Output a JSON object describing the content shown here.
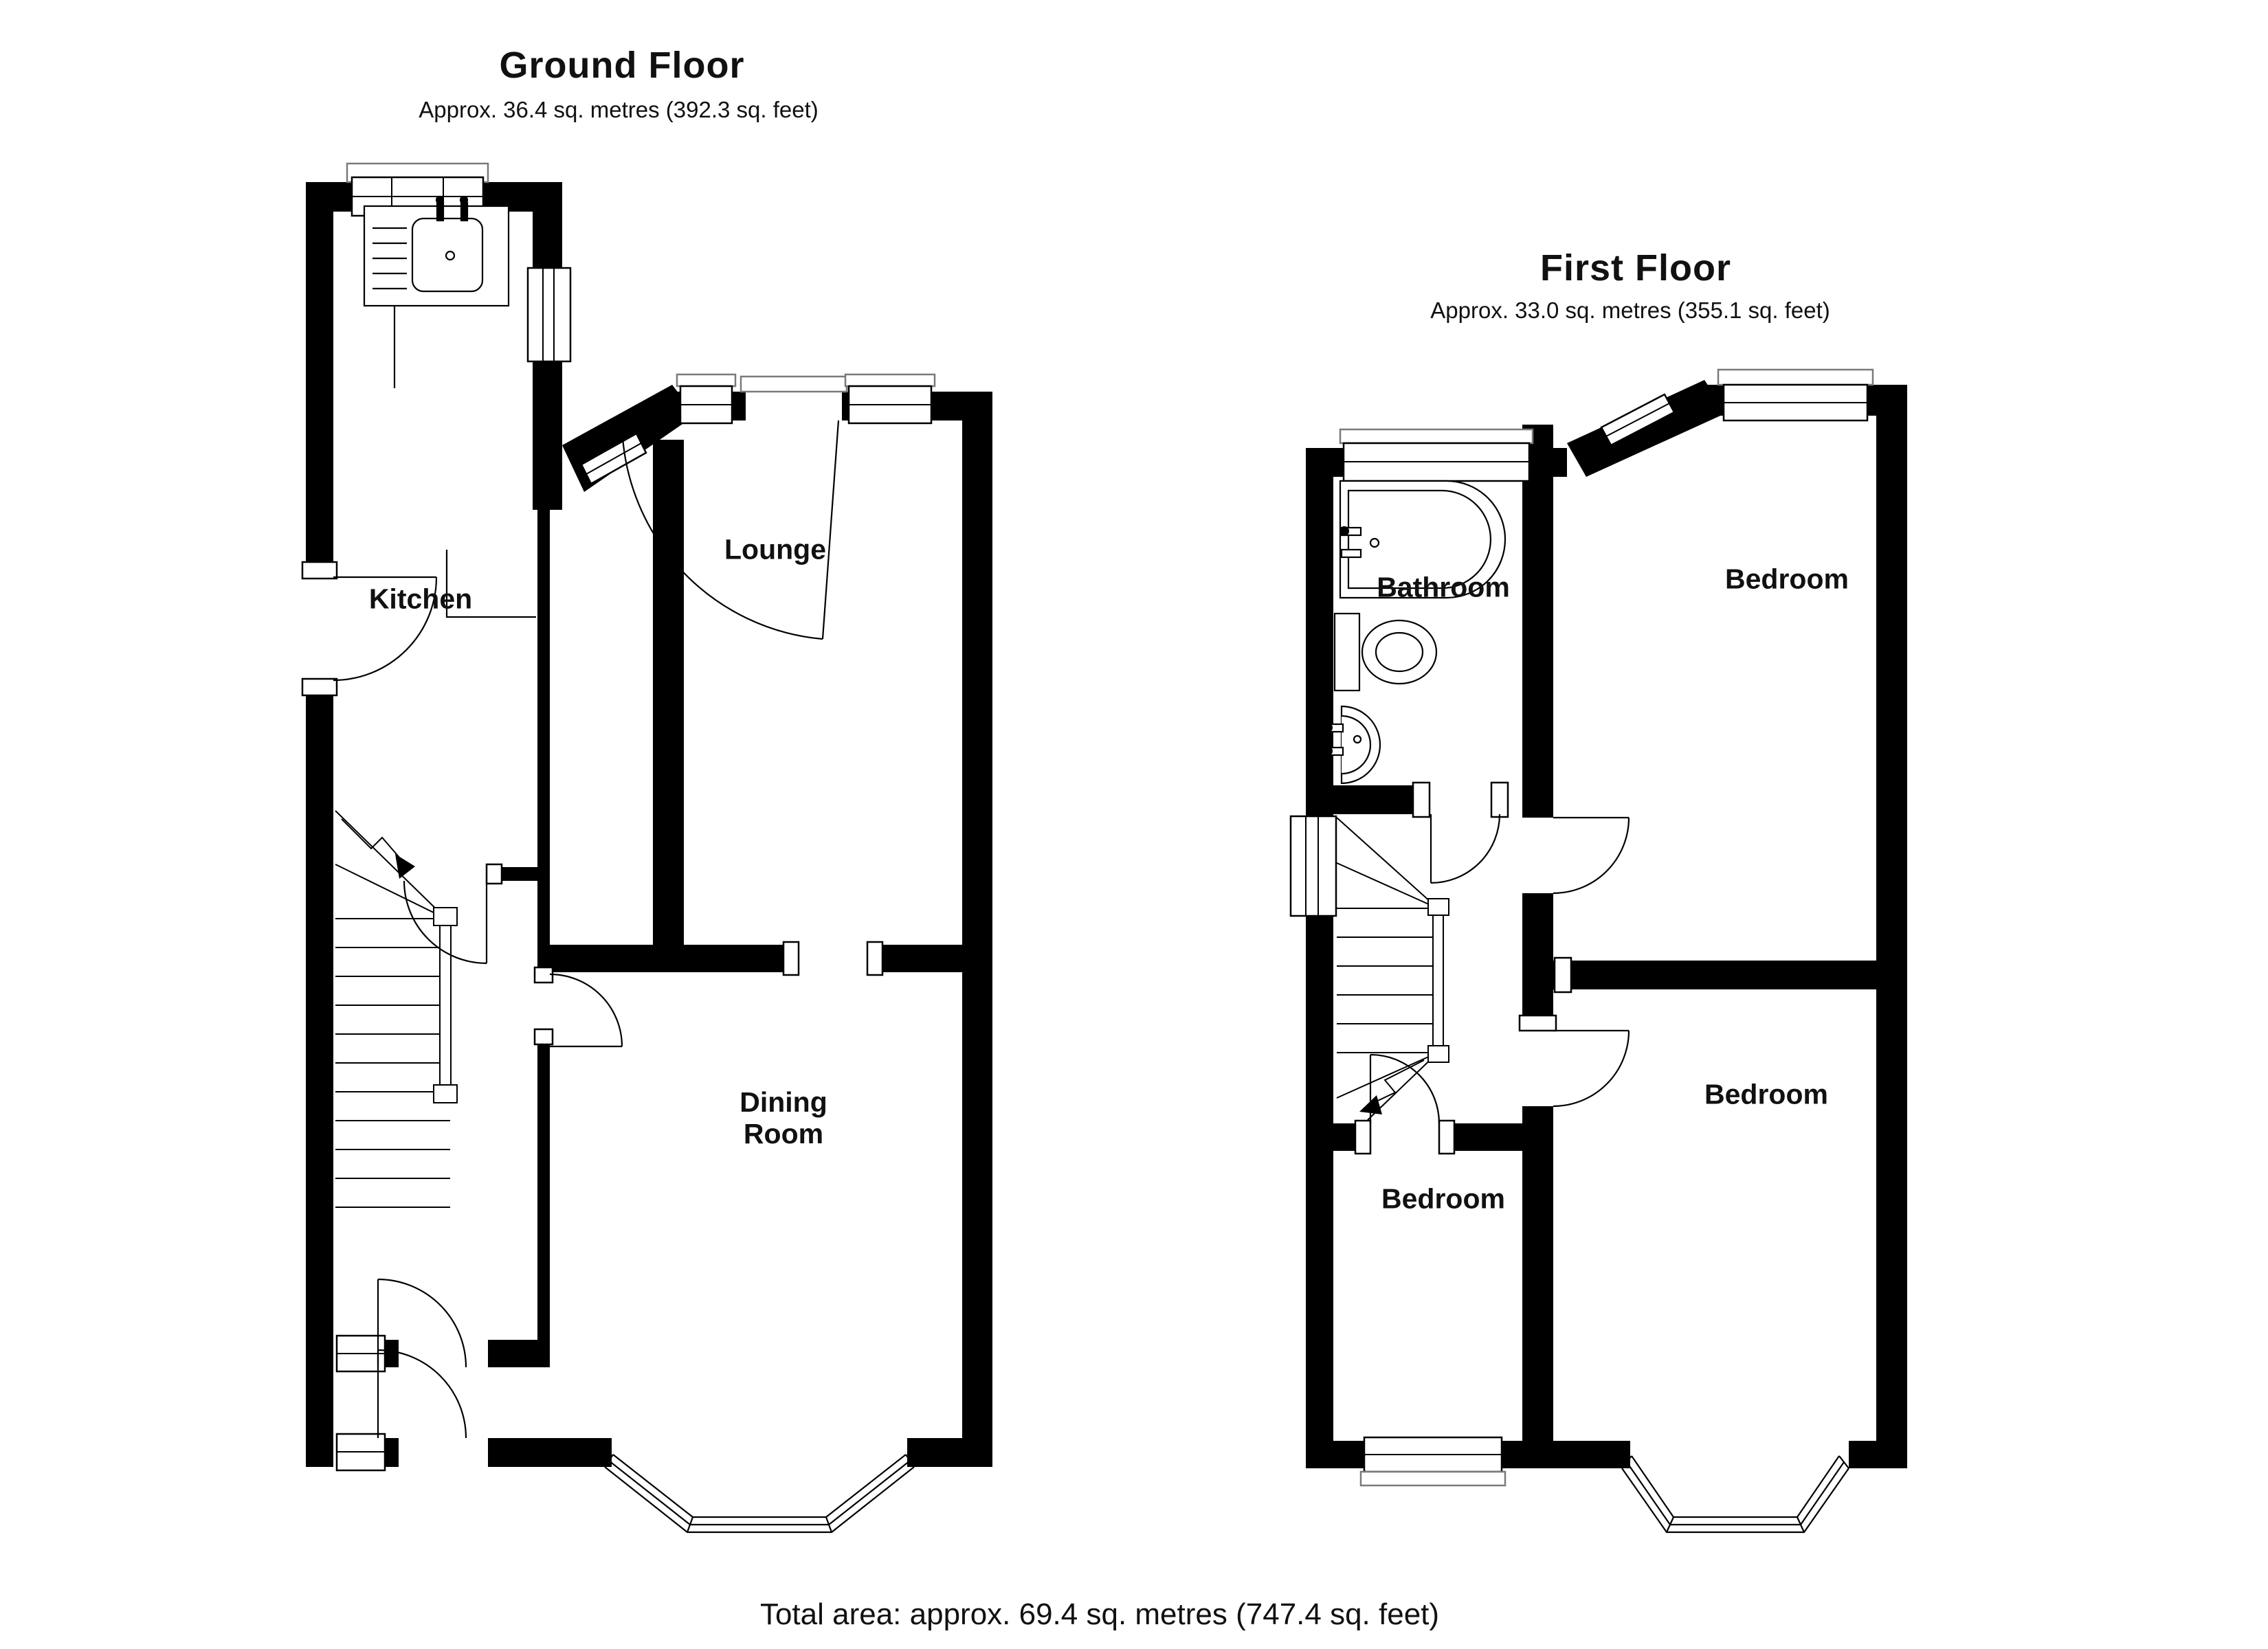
{
  "ground_floor": {
    "title": "Ground Floor",
    "area": "Approx. 36.4 sq. metres (392.3 sq. feet)",
    "rooms": [
      {
        "label": "Kitchen"
      },
      {
        "label": "Lounge"
      },
      {
        "label": "Dining Room"
      }
    ]
  },
  "first_floor": {
    "title": "First Floor",
    "area": "Approx. 33.0 sq. metres (355.1 sq. feet)",
    "rooms": [
      {
        "label": "Bathroom"
      },
      {
        "label": "Bedroom"
      },
      {
        "label": "Bedroom"
      },
      {
        "label": "Bedroom"
      }
    ]
  },
  "footer": {
    "total_area": "Total area: approx. 69.4 sq. metres (747.4 sq. feet)"
  },
  "colors": {
    "wall": "#000000",
    "line": "#000000",
    "sill": "#7a7a7a",
    "background": "#ffffff"
  }
}
